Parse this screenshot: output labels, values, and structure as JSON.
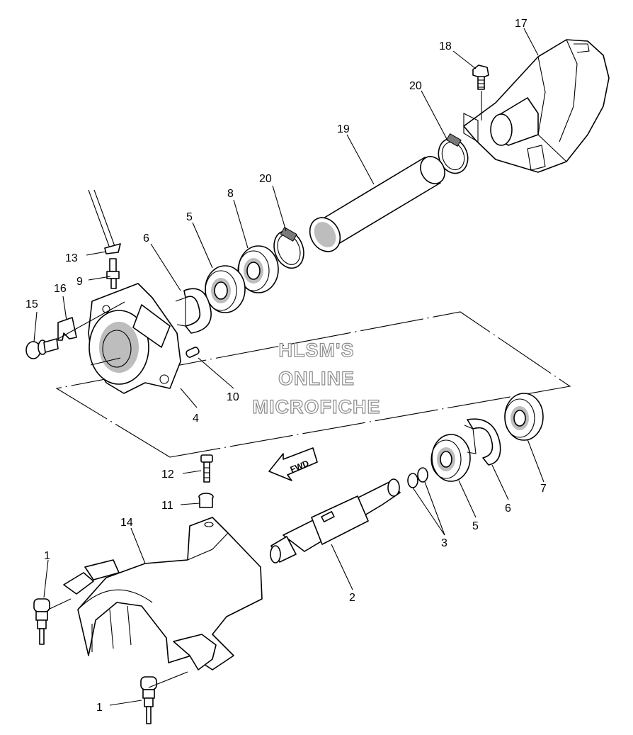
{
  "watermark": {
    "line1": "HLSM'S",
    "line2": "ONLINE",
    "line3": "MICROFICHE"
  },
  "direction_arrow": "FWD",
  "callouts": [
    {
      "id": "c1a",
      "text": "1"
    },
    {
      "id": "c1b",
      "text": "1"
    },
    {
      "id": "c2",
      "text": "2"
    },
    {
      "id": "c3",
      "text": "3"
    },
    {
      "id": "c4",
      "text": "4"
    },
    {
      "id": "c5a",
      "text": "5"
    },
    {
      "id": "c5b",
      "text": "5"
    },
    {
      "id": "c6a",
      "text": "6"
    },
    {
      "id": "c6b",
      "text": "6"
    },
    {
      "id": "c7",
      "text": "7"
    },
    {
      "id": "c8",
      "text": "8"
    },
    {
      "id": "c9",
      "text": "9"
    },
    {
      "id": "c10",
      "text": "10"
    },
    {
      "id": "c11",
      "text": "11"
    },
    {
      "id": "c12",
      "text": "12"
    },
    {
      "id": "c13",
      "text": "13"
    },
    {
      "id": "c14",
      "text": "14"
    },
    {
      "id": "c15",
      "text": "15"
    },
    {
      "id": "c16",
      "text": "16"
    },
    {
      "id": "c17",
      "text": "17"
    },
    {
      "id": "c18",
      "text": "18"
    },
    {
      "id": "c19",
      "text": "19"
    },
    {
      "id": "c20a",
      "text": "20"
    },
    {
      "id": "c20b",
      "text": "20"
    }
  ]
}
